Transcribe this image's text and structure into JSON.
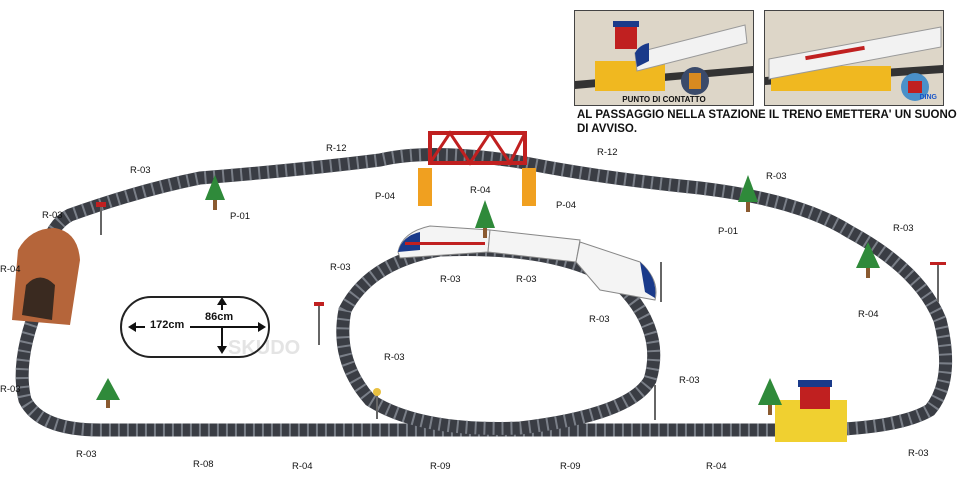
{
  "labels": {
    "r12_left": "R-12",
    "r12_right": "R-12",
    "r03_tl": "R-03",
    "r03_left_top": "R-03",
    "r03_left_edge": "R-03",
    "r04_left_edge": "R-04",
    "p01_left": "P-01",
    "p04_left": "P-04",
    "r04_bridge": "R-04",
    "p04_right": "P-04",
    "p01_right": "P-01",
    "r03_tr": "R-03",
    "r03_right_a": "R-03",
    "r04_right": "R-04",
    "r03_bottom_right": "R-03",
    "r03_bottom_left": "R-03",
    "r08_bottom": "R-08",
    "r04_bottom_left": "R-04",
    "r09_bottom_a": "R-09",
    "r09_bottom_b": "R-09",
    "r04_bottom_right": "R-04",
    "r03_oval_top_left": "R-03",
    "r03_oval_top_mid": "R-03",
    "r03_oval_top_right": "R-03",
    "r03_oval_right": "R-03",
    "r03_oval_left": "R-03",
    "r03_oval_bottom_right": "R-03"
  },
  "dimensions": {
    "width": "172cm",
    "height": "86cm"
  },
  "insets": {
    "contact_caption": "PUNTO DI CONTATTO",
    "ding": "DING"
  },
  "note": "AL PASSAGGIO NELLA STAZIONE IL TRENO EMETTERA' UN SUONO DI AVVISO.",
  "watermark": "SKUDO"
}
